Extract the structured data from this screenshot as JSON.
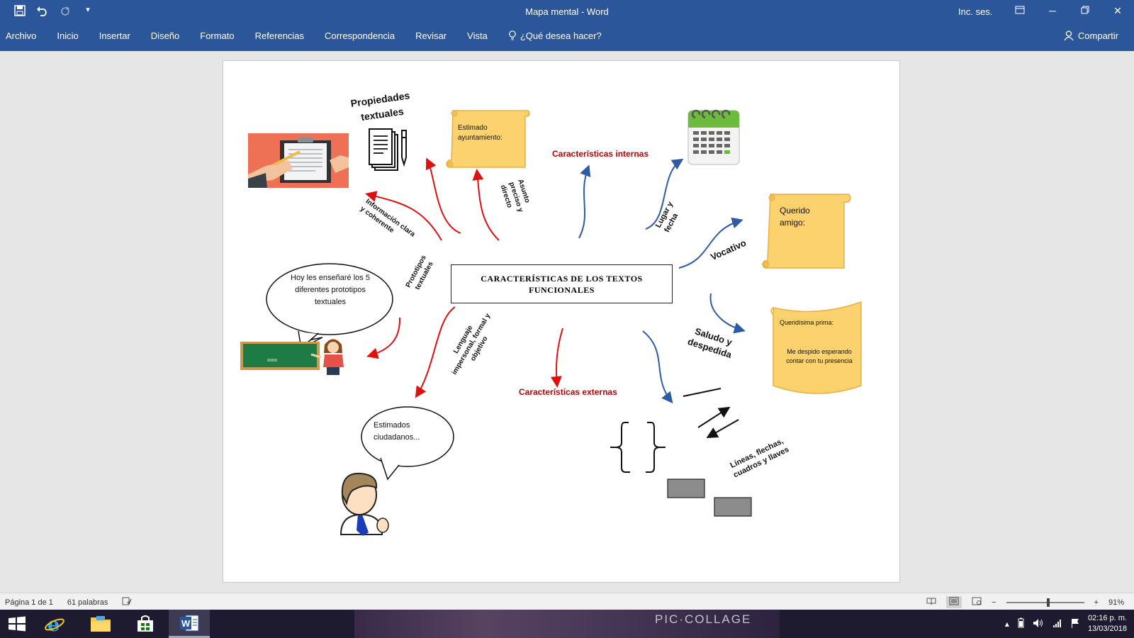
{
  "window": {
    "title": "Mapa mental  -  Word",
    "signin": "Inc. ses.",
    "qat": {
      "save_icon": "save-icon",
      "undo_icon": "undo-icon",
      "redo_icon": "redo-icon",
      "customize_icon": "chevron-down-icon"
    }
  },
  "ribbon": {
    "tabs": [
      "Archivo",
      "Inicio",
      "Insertar",
      "Diseño",
      "Formato",
      "Referencias",
      "Correspondencia",
      "Revisar",
      "Vista"
    ],
    "tellme": "¿Qué desea hacer?",
    "share": "Compartir"
  },
  "mindmap": {
    "center_title": "CARACTERÍSTICAS DE LOS TEXTOS FUNCIONALES",
    "internal_label": "Características internas",
    "external_label": "Características externas",
    "branches": {
      "propiedades": "Propiedades textuales",
      "informacion": "Información clara y coherente",
      "asunto": "Asunto preciso y directo",
      "prototipos": "Prototipos textuales",
      "lenguaje": "Lenguaje impersonal, formal y objetivo",
      "lugar": "Lugar y fecha",
      "vocativo": "Vocativo",
      "saludo": "Saludo y despedida",
      "lineas": "Líneas, flechas, cuadros  y llaves"
    },
    "scrolls": {
      "ayuntamiento": "Estimado ayuntamiento:",
      "querido": "Querido amigo:",
      "prima_1": "Queridísima prima:",
      "prima_2": "Me despido esperando contar con tu presencia"
    },
    "bubbles": {
      "teacher": "Hoy les enseñaré los 5 diferentes prototipos textuales",
      "citizens": "Estimados ciudadanos..."
    },
    "colors": {
      "red_arrow": "#e01010",
      "blue_arrow": "#2e5ba8",
      "scroll_fill": "#fcd26e",
      "scroll_edge": "#e8b040"
    }
  },
  "statusbar": {
    "page": "Página 1 de 1",
    "words": "61 palabras",
    "zoom": "91%"
  },
  "taskbar": {
    "collage_text": "PIC·COLLAGE",
    "time": "02:16 p. m.",
    "date": "13/03/2018"
  }
}
